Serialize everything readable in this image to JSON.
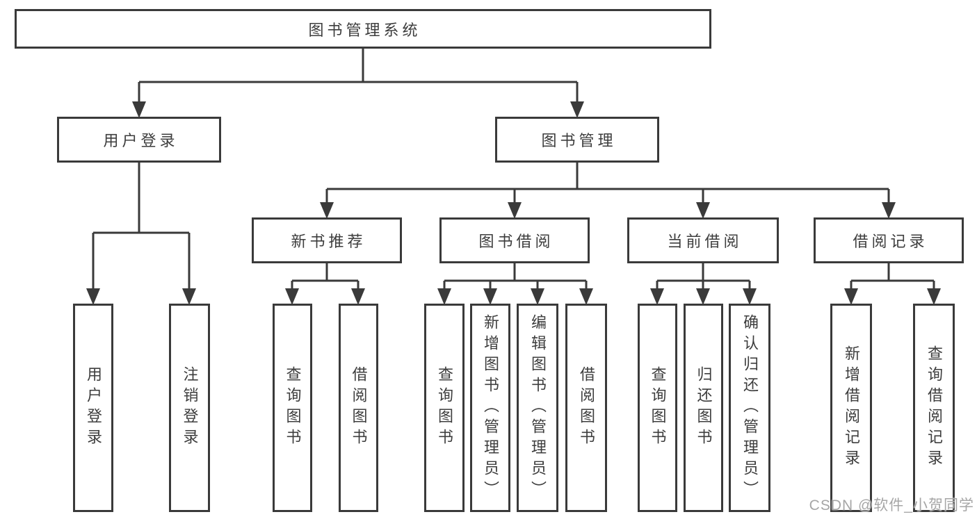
{
  "diagram": {
    "title": "图书管理系统",
    "tree": {
      "label": "图书管理系统",
      "children": [
        {
          "label": "用户登录",
          "children": [
            {
              "label": "用户登录"
            },
            {
              "label": "注销登录"
            }
          ]
        },
        {
          "label": "图书管理",
          "children": [
            {
              "label": "新书推荐",
              "children": [
                {
                  "label": "查询图书"
                },
                {
                  "label": "借阅图书"
                }
              ]
            },
            {
              "label": "图书借阅",
              "children": [
                {
                  "label": "查询图书"
                },
                {
                  "label": "新增图书（管理员）"
                },
                {
                  "label": "编辑图书（管理员）"
                },
                {
                  "label": "借阅图书"
                }
              ]
            },
            {
              "label": "当前借阅",
              "children": [
                {
                  "label": "查询图书"
                },
                {
                  "label": "归还图书"
                },
                {
                  "label": "确认归还（管理员）"
                }
              ]
            },
            {
              "label": "借阅记录",
              "children": [
                {
                  "label": "新增借阅记录"
                },
                {
                  "label": "查询借阅记录"
                }
              ]
            }
          ]
        }
      ]
    },
    "colors": {
      "line": "#3a3a3a",
      "box_border": "#3a3a3a",
      "text": "#3d3d3d",
      "background": "#ffffff",
      "watermark": "#a6a6a6"
    }
  },
  "watermark": {
    "text": "CSDN @软件_小贺同学"
  }
}
